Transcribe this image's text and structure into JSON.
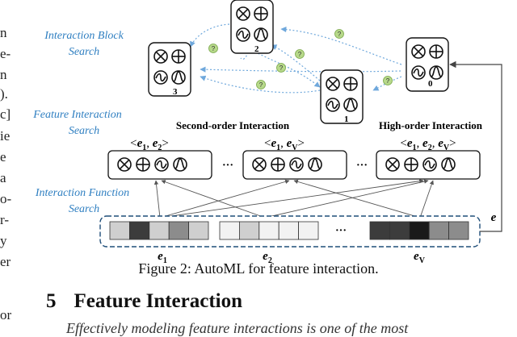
{
  "left_column_fragments": [
    "n",
    "e-",
    "n",
    ").",
    "c]",
    "ie",
    "e",
    "a",
    "o-",
    "r-",
    "y",
    "er",
    "or"
  ],
  "labels": {
    "interaction_block_search": [
      "Interaction Block",
      "Search"
    ],
    "feature_interaction_search": [
      "Feature Interaction",
      "Search"
    ],
    "interaction_function_search": [
      "Interaction Function",
      "Search"
    ],
    "second_order": "Second-order Interaction",
    "high_order": "High-order Interaction",
    "ellipsis": "···",
    "embedding_symbol": "e"
  },
  "blocks": [
    {
      "id": "2",
      "label": "2"
    },
    {
      "id": "3",
      "label": "3"
    },
    {
      "id": "1",
      "label": "1"
    },
    {
      "id": "0",
      "label": "0"
    }
  ],
  "question_mark": "?",
  "interaction_sets": [
    {
      "tuple": [
        "e",
        "1",
        "e",
        "2"
      ]
    },
    {
      "tuple": [
        "e",
        "1",
        "e",
        "V"
      ]
    },
    {
      "tuple": [
        "e",
        "1",
        "e",
        "2",
        "e",
        "V"
      ]
    }
  ],
  "embeddings": [
    {
      "base": "e",
      "sub": "1"
    },
    {
      "base": "e",
      "sub": "2"
    },
    {
      "base": "e",
      "sub": "V"
    }
  ],
  "colors": {
    "search_label": "#2f7fc1",
    "dotted_edge": "#6fa8dc",
    "question_badge": "#b7d98a",
    "cell_light": "#cfcfcf",
    "cell_white": "#f2f2f2",
    "cell_mid": "#8c8c8c",
    "cell_dark": "#3c3c3c",
    "cell_black": "#1a1a1a",
    "embed_border": "#1f4e79"
  },
  "caption": "Figure 2: AutoML for feature interaction.",
  "section": {
    "number": "5",
    "title": "Feature Interaction"
  },
  "body_text_cutoff": "Effectively modeling feature interactions is one of the most"
}
